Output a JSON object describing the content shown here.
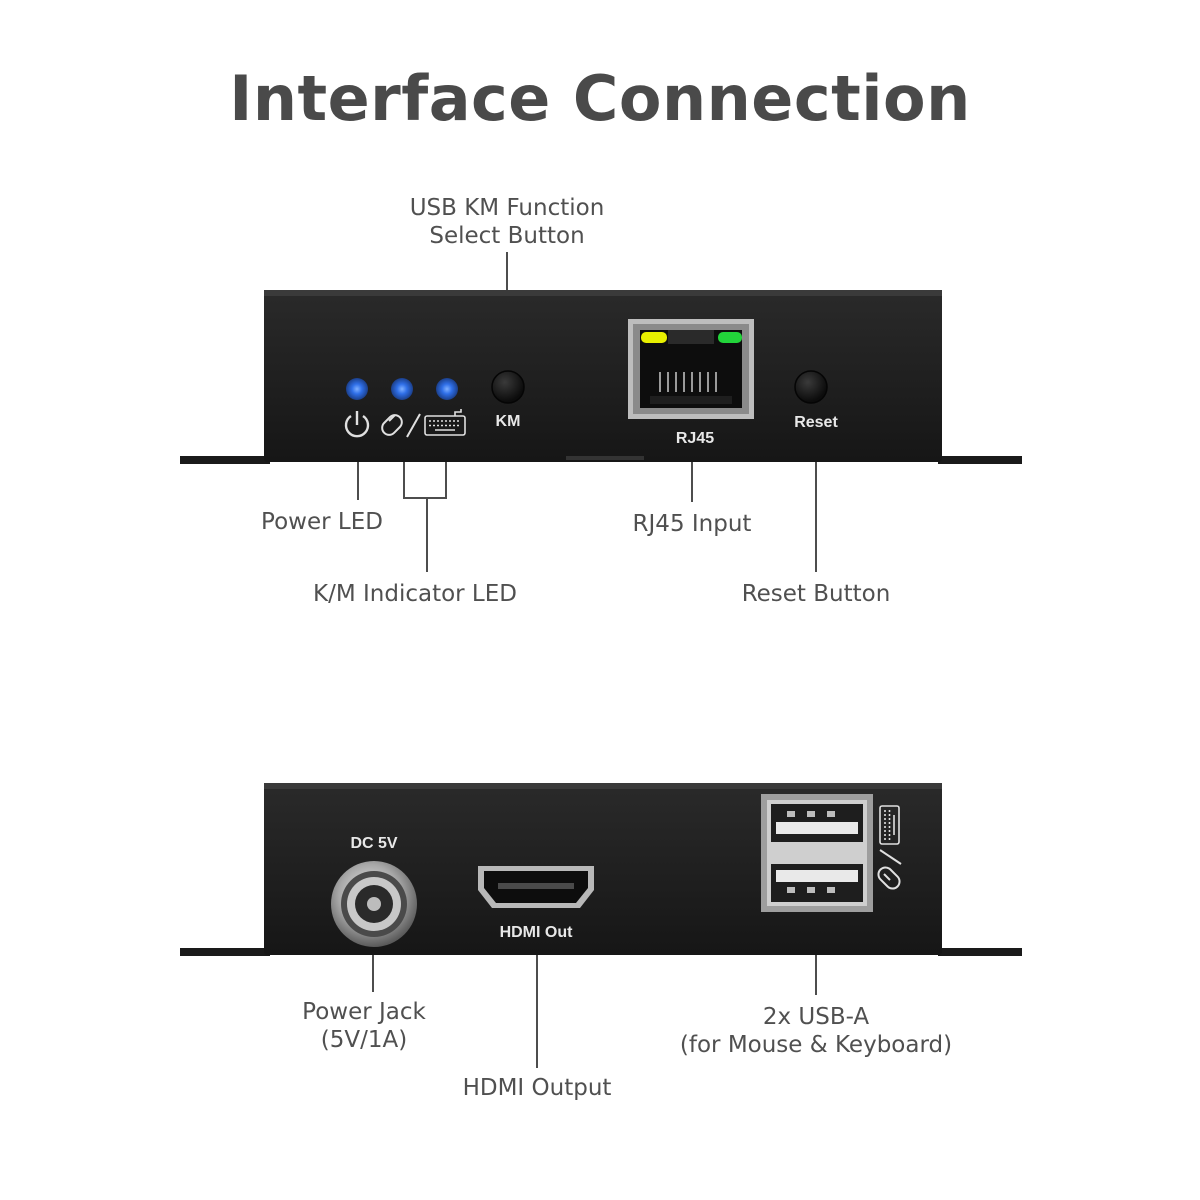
{
  "title": "Interface Connection",
  "front": {
    "callouts": {
      "km_button": [
        "USB KM Function",
        "Select Button"
      ],
      "power_led": "Power LED",
      "km_led": "K/M Indicator LED",
      "rj45": "RJ45 Input",
      "reset": "Reset Button"
    },
    "panel_labels": {
      "km": "KM",
      "rj45": "RJ45",
      "reset": "Reset"
    },
    "icons": [
      "power-icon",
      "mouse-icon",
      "keyboard-icon"
    ],
    "led_color": "#2f7bff",
    "rj45_led_left": "#e8f000",
    "rj45_led_right": "#22d43a"
  },
  "rear": {
    "callouts": {
      "power_jack": [
        "Power Jack",
        "(5V/1A)"
      ],
      "hdmi": "HDMI Output",
      "usb": [
        "2x USB-A",
        "(for Mouse & Keyboard)"
      ]
    },
    "panel_labels": {
      "dc": "DC 5V",
      "hdmi": "HDMI Out"
    },
    "icons": [
      "keyboard-icon",
      "mouse-icon"
    ]
  },
  "colors": {
    "chassis": "#1c1c1c",
    "text": "#4d4d4d"
  }
}
